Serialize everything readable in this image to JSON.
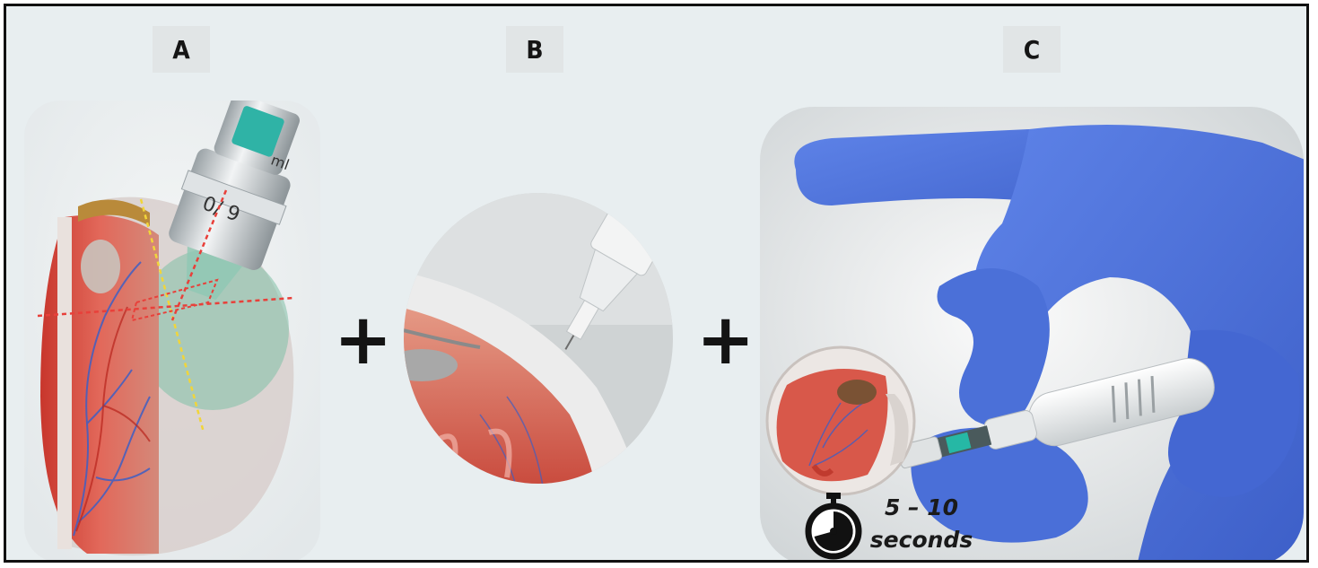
{
  "panels": [
    {
      "label": "A"
    },
    {
      "label": "B"
    },
    {
      "label": "C"
    }
  ],
  "operators": [
    "+",
    "+"
  ],
  "timer": {
    "duration": "5 – 10",
    "unit": "seconds",
    "icon": "stopwatch-icon"
  },
  "syringe_markings": {
    "barrel_text": "ml",
    "collar_text": "0/ 9"
  },
  "colors": {
    "glove": "#4a6fd8",
    "retina": "#d8574a",
    "vessels": "#3e5fc4",
    "injection_zone": "#86c0a8",
    "guide_red": "#e8403a",
    "guide_yellow": "#f1d53a",
    "background": "#e8eef0"
  }
}
